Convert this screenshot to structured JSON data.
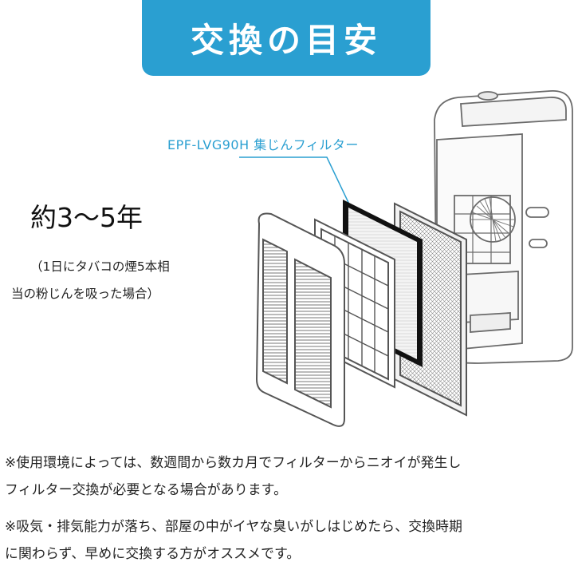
{
  "header": {
    "title": "交換の目安"
  },
  "lifespan": {
    "text": "約3～5年"
  },
  "lifespan_note": {
    "line1": "（1日にタバコの煙5本相",
    "line2": "当の粉じんを吸った場合）"
  },
  "filter": {
    "label": "EPF-LVG90H 集じんフィルター"
  },
  "notes": {
    "note1_line1": "※使用環境によっては、数週間から数カ月でフィルターからニオイが発生し",
    "note1_line2": "フィルター交換が必要となる場合があります。",
    "note2_line1": "※吸気・排気能力が落ち、部屋の中がイヤな臭いがしはじめたら、交換時期",
    "note2_line2": "に関わらず、早めに交換する方がオススメです。"
  },
  "colors": {
    "accent": "#2a9fd1",
    "text": "#222222"
  }
}
